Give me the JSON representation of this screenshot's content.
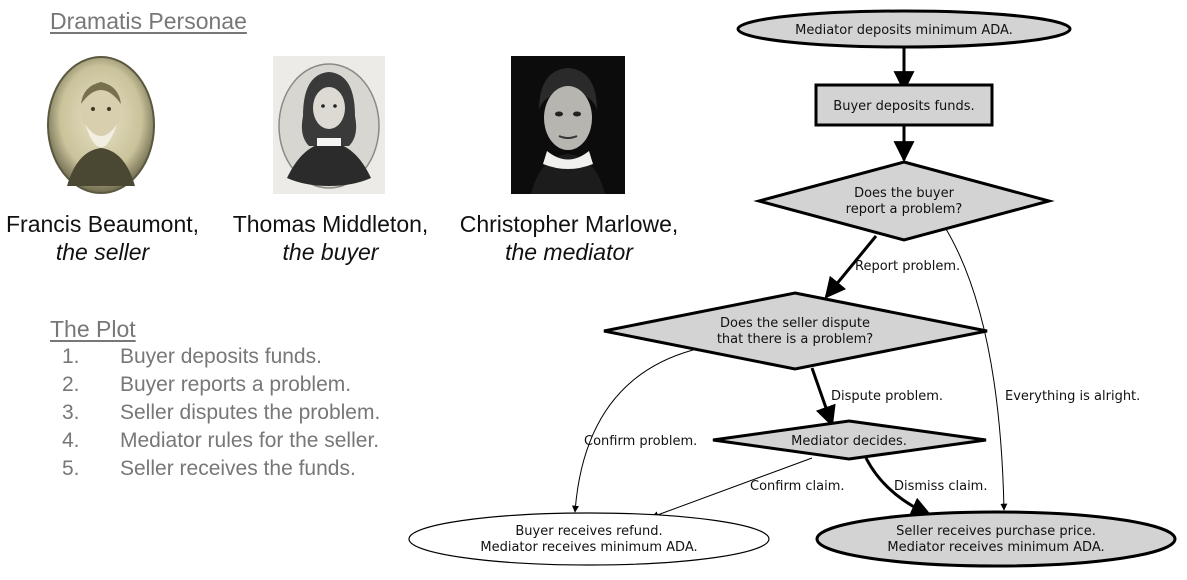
{
  "dramatis": {
    "title": "Dramatis Personae",
    "characters": [
      {
        "name": "Francis Beaumont,",
        "role": "the seller",
        "portrait_icon": "bearded-man-portrait"
      },
      {
        "name": "Thomas Middleton,",
        "role": "the buyer",
        "portrait_icon": "long-haired-man-portrait"
      },
      {
        "name": "Christopher Marlowe,",
        "role": "the mediator",
        "portrait_icon": "young-man-portrait"
      }
    ]
  },
  "plot": {
    "title": "The Plot",
    "steps": [
      {
        "num": "1.",
        "text": "Buyer deposits funds."
      },
      {
        "num": "2.",
        "text": "Buyer reports a problem."
      },
      {
        "num": "3.",
        "text": "Seller disputes the problem."
      },
      {
        "num": "4.",
        "text": "Mediator rules for the seller."
      },
      {
        "num": "5.",
        "text": "Seller receives the funds."
      }
    ]
  },
  "flowchart": {
    "colors": {
      "node_fill": "#d3d3d3",
      "stroke": "#000000",
      "terminal_white": "#ffffff"
    },
    "nodes": {
      "start": "Mediator deposits minimum ADA.",
      "deposit": "Buyer deposits funds.",
      "buyer_q1": "Does the buyer",
      "buyer_q2": "report a problem?",
      "seller_q1": "Does the seller dispute",
      "seller_q2": "that there is a problem?",
      "mediator": "Mediator decides.",
      "refund1": "Buyer receives refund.",
      "refund2": "Mediator receives minimum ADA.",
      "price1": "Seller receives purchase price.",
      "price2": "Mediator receives minimum ADA."
    },
    "edges": {
      "report": "Report problem.",
      "alright": "Everything is alright.",
      "dispute": "Dispute problem.",
      "confirm_problem": "Confirm problem.",
      "confirm_claim": "Confirm claim.",
      "dismiss_claim": "Dismiss claim."
    }
  }
}
